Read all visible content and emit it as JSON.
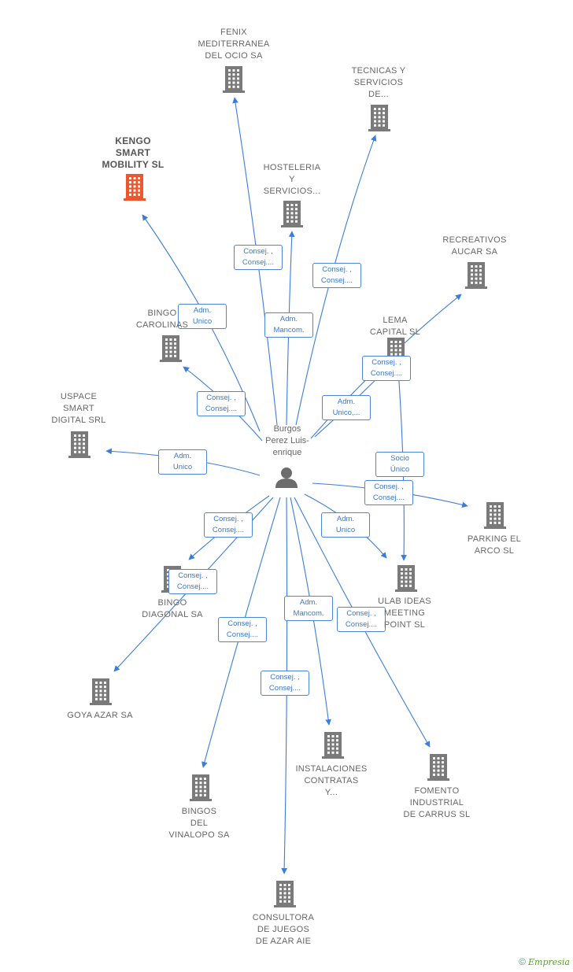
{
  "colors": {
    "edge": "#3b7dd8",
    "building": "#7a7a7a",
    "building_main": "#f0562d",
    "person": "#6c6c6c",
    "label_border": "#4a87d4"
  },
  "person": {
    "lines": [
      "Burgos",
      "Perez Luis-",
      "enrique"
    ]
  },
  "nodes": [
    {
      "id": "fenix",
      "lines": [
        "FENIX",
        "MEDITERRANEA",
        "DEL OCIO SA"
      ],
      "main": false
    },
    {
      "id": "tecnicas",
      "lines": [
        "TECNICAS Y",
        "SERVICIOS",
        "DE..."
      ],
      "main": false
    },
    {
      "id": "kengo",
      "lines": [
        "KENGO",
        "SMART",
        "MOBILITY  SL"
      ],
      "main": true
    },
    {
      "id": "hosteleria",
      "lines": [
        "HOSTELERIA",
        "Y",
        "SERVICIOS..."
      ],
      "main": false
    },
    {
      "id": "recreativos",
      "lines": [
        "RECREATIVOS",
        "AUCAR SA"
      ],
      "main": false
    },
    {
      "id": "bingo_carolinas",
      "lines": [
        "BINGO",
        "CAROLINAS"
      ],
      "main": false
    },
    {
      "id": "lema",
      "lines": [
        "LEMA",
        "CAPITAL  SL"
      ],
      "main": false
    },
    {
      "id": "uspace",
      "lines": [
        "USPACE",
        "SMART",
        "DIGITAL SRL"
      ],
      "main": false
    },
    {
      "id": "parking",
      "lines": [
        "PARKING EL",
        "ARCO  SL"
      ],
      "main": false
    },
    {
      "id": "bingo_diagonal",
      "lines": [
        "BINGO",
        "DIAGONAL SA"
      ],
      "main": false
    },
    {
      "id": "ulab",
      "lines": [
        "ULAB IDEAS",
        "MEETING",
        "POINT  SL"
      ],
      "main": false
    },
    {
      "id": "goya",
      "lines": [
        "GOYA AZAR SA"
      ],
      "main": false
    },
    {
      "id": "instalaciones",
      "lines": [
        "INSTALACIONES",
        "CONTRATAS",
        "Y..."
      ],
      "main": false
    },
    {
      "id": "fomento",
      "lines": [
        "FOMENTO",
        "INDUSTRIAL",
        "DE CARRUS SL"
      ],
      "main": false
    },
    {
      "id": "bingos_vinalopo",
      "lines": [
        "BINGOS",
        "DEL",
        "VINALOPO SA"
      ],
      "main": false
    },
    {
      "id": "consultora",
      "lines": [
        "CONSULTORA",
        "DE JUEGOS",
        "DE AZAR AIE"
      ],
      "main": false
    }
  ],
  "edges": [
    {
      "from": "person",
      "to": "fenix",
      "label": [
        "Consej. ,",
        "Consej...."
      ]
    },
    {
      "from": "person",
      "to": "tecnicas",
      "label": [
        "Consej. ,",
        "Consej...."
      ]
    },
    {
      "from": "person",
      "to": "kengo",
      "label": [
        "Adm.",
        "Unico"
      ]
    },
    {
      "from": "person",
      "to": "hosteleria",
      "label": [
        "Adm.",
        "Mancom."
      ]
    },
    {
      "from": "person",
      "to": "recreativos",
      "label": [
        "Adm.",
        "Unico,..."
      ]
    },
    {
      "from": "person",
      "to": "bingo_carolinas",
      "label": [
        "Consej. ,",
        "Consej...."
      ]
    },
    {
      "from": "person",
      "to": "uspace",
      "label": [
        "Adm.",
        "Unico"
      ]
    },
    {
      "from": "person",
      "to": "parking",
      "label": [
        "Consej. ,",
        "Consej...."
      ]
    },
    {
      "from": "person",
      "to": "bingo_diagonal",
      "label": [
        "Consej. ,",
        "Consej...."
      ]
    },
    {
      "from": "person",
      "to": "goya",
      "label": [
        "Consej. ,",
        "Consej...."
      ]
    },
    {
      "from": "person",
      "to": "ulab",
      "label": [
        "Adm.",
        "Unico"
      ]
    },
    {
      "from": "lema",
      "to": "ulab",
      "label": [
        "Socio",
        "Único"
      ]
    },
    {
      "from": "person",
      "to": "lema",
      "label": [
        "Consej. ,",
        "Consej...."
      ]
    },
    {
      "from": "person",
      "to": "instalaciones",
      "label": [
        "Adm.",
        "Mancom."
      ]
    },
    {
      "from": "person",
      "to": "fomento",
      "label": [
        "Consej. ,",
        "Consej...."
      ]
    },
    {
      "from": "person",
      "to": "bingos_vinalopo",
      "label": [
        "Consej. ,",
        "Consej...."
      ]
    },
    {
      "from": "person",
      "to": "consultora",
      "label": [
        "Consej. ,",
        "Consej...."
      ]
    }
  ],
  "footer": {
    "copyright": "©",
    "brand": "Empresia"
  }
}
